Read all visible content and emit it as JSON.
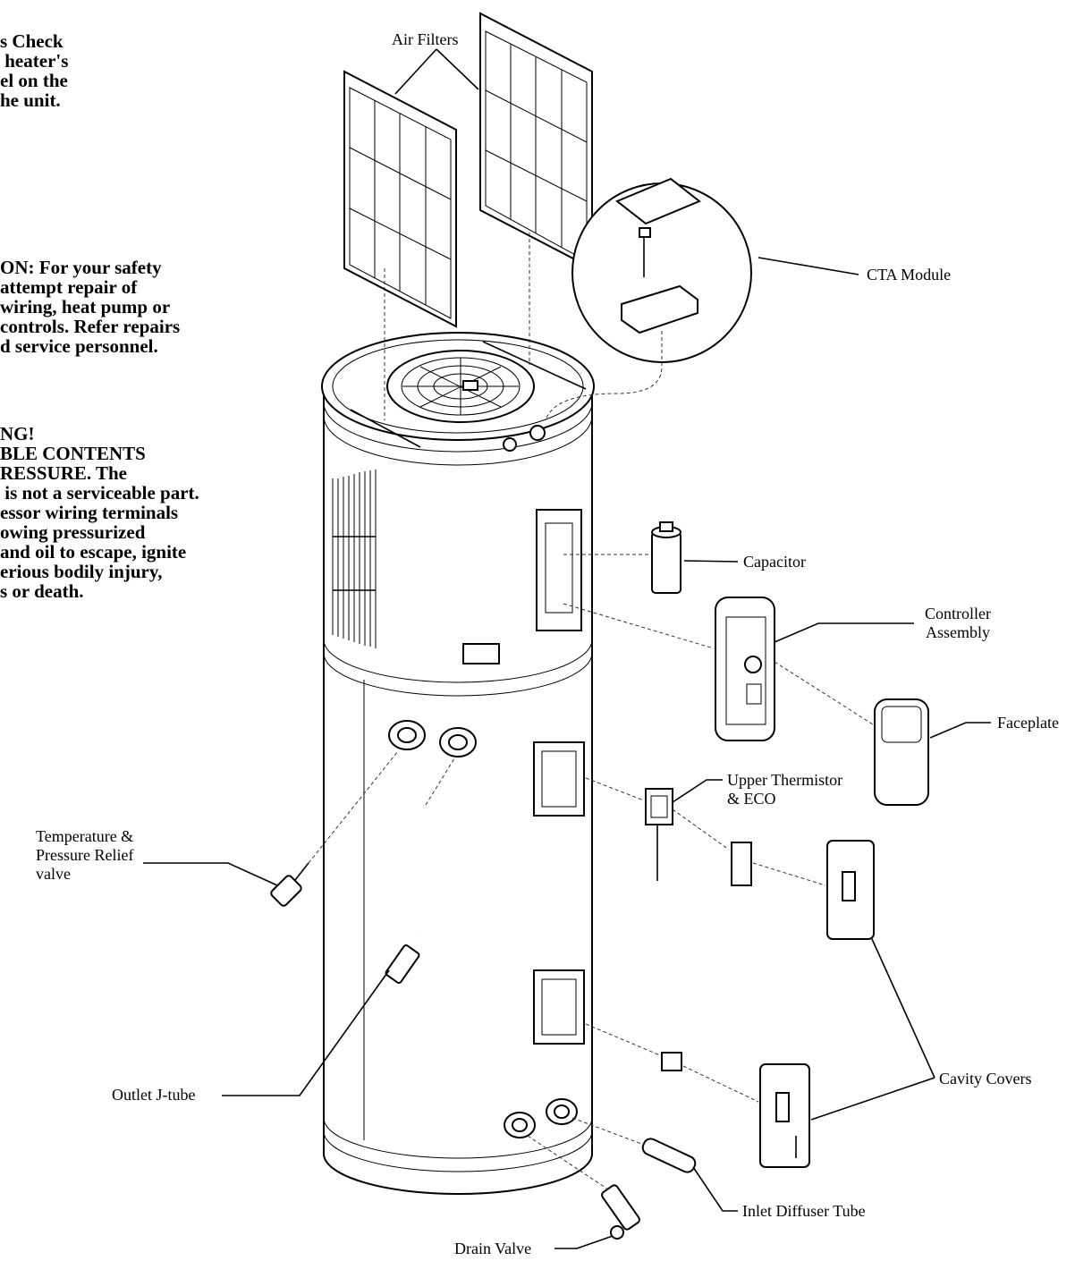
{
  "notes": {
    "check": "s Check\n heater's\nel on the\nhe unit.",
    "caution": "ON: For your safety\nattempt repair of\nwiring, heat pump or\ncontrols. Refer repairs\nd service personnel.",
    "warning": "NG!\nBLE CONTENTS\nRESSURE. The\n is not a serviceable part.\nessor wiring terminals\nowing pressurized\nand oil to escape, ignite\nerious bodily injury,\ns or death."
  },
  "labels": {
    "air_filters": "Air Filters",
    "cta_module": "CTA Module",
    "capacitor": "Capacitor",
    "controller_assembly": "Controller\nAssembly",
    "faceplate": "Faceplate",
    "upper_thermistor": "Upper Thermistor\n& ECO",
    "tp_relief": "Temperature &\nPressure Relief\nvalve",
    "outlet_jtube": "Outlet J-tube",
    "cavity_covers": "Cavity Covers",
    "inlet_diffuser": "Inlet Diffuser Tube",
    "drain_valve": "Drain Valve"
  }
}
